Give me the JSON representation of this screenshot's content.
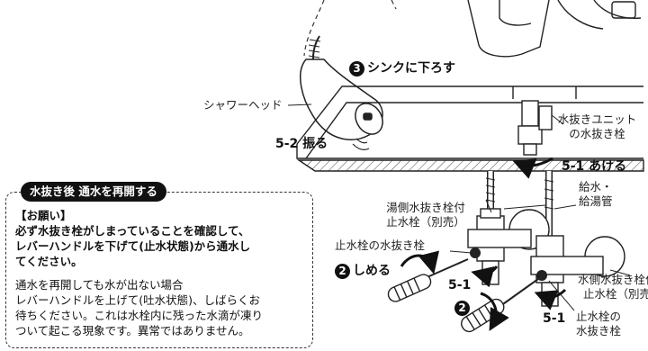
{
  "labels": {
    "shower_head": "シャワーヘッド",
    "step3": "シンクに下ろす",
    "step3_num": "3",
    "step5_2": "5-2 振る",
    "unit_valve_line1": "水抜きユニット",
    "unit_valve_line2": "の水抜き栓",
    "step5_1_open": "5-1 あける",
    "supply_line1": "給水・",
    "supply_line2": "給湯管",
    "hot_valve_line1": "湯側水抜き栓付",
    "hot_valve_line2": "止水栓（別売）",
    "stop_valve_drain": "止水栓の水抜き栓",
    "step2_close": "しめる",
    "step2_num": "2",
    "step2_num_b": "2",
    "step5_1_a": "5-1",
    "step5_1_b": "5-1",
    "cold_valve_line1": "水側水抜き栓付",
    "cold_valve_line2": "止水栓（別売）",
    "stop_valve_drain2_line1": "止水栓の",
    "stop_valve_drain2_line2": "水抜き栓"
  },
  "notice": {
    "title": "水抜き後 通水を再開する",
    "heading": "【お願い】",
    "bold_lines": [
      "必ず水抜き栓がしまっていることを確認して、",
      "レバーハンドルを下げて(止水状態)から通水し",
      "てください。"
    ],
    "body_lines": [
      "通水を再開しても水が出ない場合",
      "レバーハンドルを上げて(吐水状態)、しばらくお",
      "待ちください。これは水栓内に残った水滴が凍り",
      "ついて起こる現象です。異常ではありません。"
    ]
  }
}
